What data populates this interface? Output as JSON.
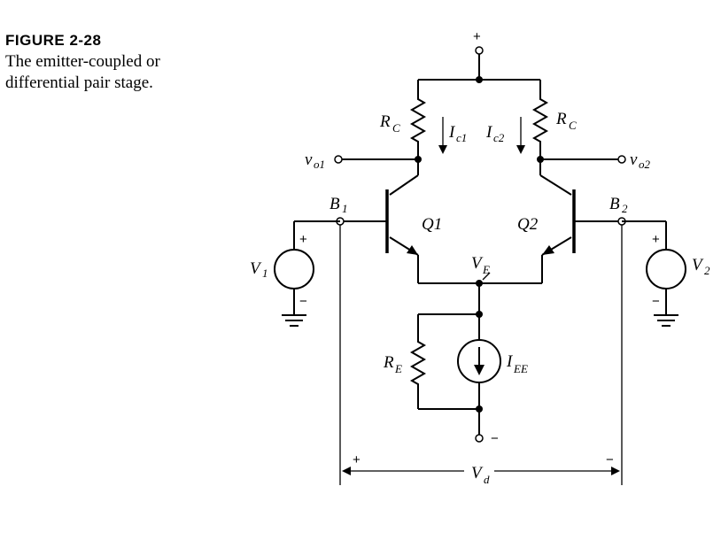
{
  "caption": {
    "figure_number": "FIGURE  2-28",
    "line1": "The emitter-coupled or",
    "line2": "differential pair stage."
  },
  "labels": {
    "rc_main": "R",
    "rc_sub": "C",
    "re_main": "R",
    "re_sub": "E",
    "iee_main": "I",
    "iee_sub": "EE",
    "ic1_main": "I",
    "ic1_sub": "c1",
    "ic2_main": "I",
    "ic2_sub": "c2",
    "vo_main": "v",
    "vo1_sub": "o1",
    "vo2_sub": "o2",
    "b_main": "B",
    "b1_sub": "1",
    "b2_sub": "2",
    "q1": "Q1",
    "q2": "Q2",
    "ve_main": "V",
    "ve_sub": "E",
    "v_main": "V",
    "v1_sub": "1",
    "v2_sub": "2",
    "vd_main": "V",
    "vd_sub": "d",
    "plus": "+",
    "minus": "−"
  }
}
